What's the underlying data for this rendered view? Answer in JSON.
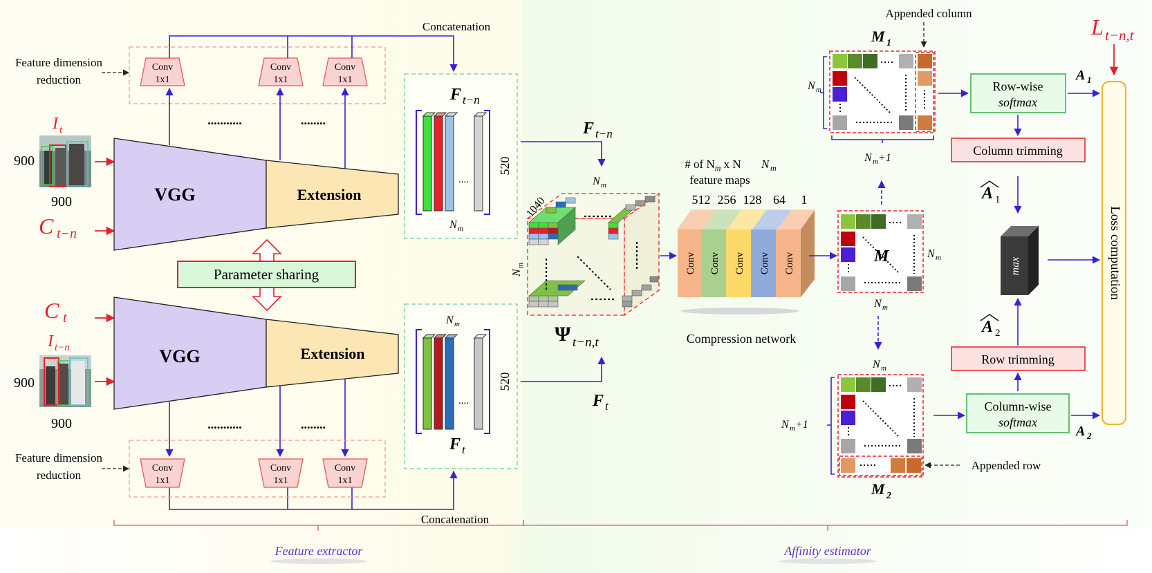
{
  "colors": {
    "arrow_blue": "#3a1fd6",
    "arrow_red": "#e8202a",
    "vgg_fill": "#d8cdf2",
    "ext_fill": "#fbe6b4",
    "conv_fill": "#f9d2d2",
    "conv_stroke": "#e45a5a",
    "green_box": "#d2f4d6",
    "red_label": "#e8202a",
    "purple_label": "#5d2fd6",
    "orange_ring": "#f2b52c"
  },
  "labels": {
    "concat_top": "Concatenation",
    "concat_bottom": "Concatenation",
    "fdr_top_1": "Feature dimension",
    "fdr_top_2": "reduction",
    "fdr_bot_1": "Feature dimension",
    "fdr_bot_2": "reduction",
    "conv": "Conv",
    "conv_k": "1x1",
    "dots": "...........",
    "dots_short": "........",
    "vgg_top": "VGG",
    "vgg_bot": "VGG",
    "ext_top": "Extension",
    "ext_bot": "Extension",
    "param_share": "Parameter sharing",
    "size_900": "900",
    "I_t": "I",
    "I_t_sub": "t",
    "I_tn_sub": "t−n",
    "C_sym": "C",
    "ct_sub": "t",
    "ctn_sub": "t−n",
    "F_sym": "F",
    "F_tn_sub": "t−n",
    "F_t_sub": "t",
    "dim_520": "520",
    "Nm": "N",
    "m_sub": "m",
    "n1040": "1040",
    "psi": "Ψ",
    "psi_sub": "t−n,t",
    "fm_1": "# of N",
    "fm_2": "m",
    "fm_3": " x N",
    "fm_4": "feature maps",
    "ch_512": "512",
    "ch_256": "256",
    "ch_128": "128",
    "ch_64": "64",
    "ch_1": "1",
    "compression": "Compression network",
    "M_sym": "M",
    "M1_sub": "1",
    "M2_sub": "2",
    "appended_col": "Appended column",
    "appended_row": "Appended row",
    "nm_plus": "+1",
    "rowwise_1": "Row-wise",
    "softmax": "softmax",
    "colwise_1": "Column-wise",
    "col_trim": "Column trimming",
    "row_trim": "Row trimming",
    "A_sym": "A",
    "A1_sub": "1",
    "A2_sub": "2",
    "max": "max",
    "loss": "Loss computation",
    "L_sym": "L",
    "L_sub": "t−n,t",
    "feature_extractor": "Feature extractor",
    "affinity_estimator": "Affinity estimator"
  }
}
